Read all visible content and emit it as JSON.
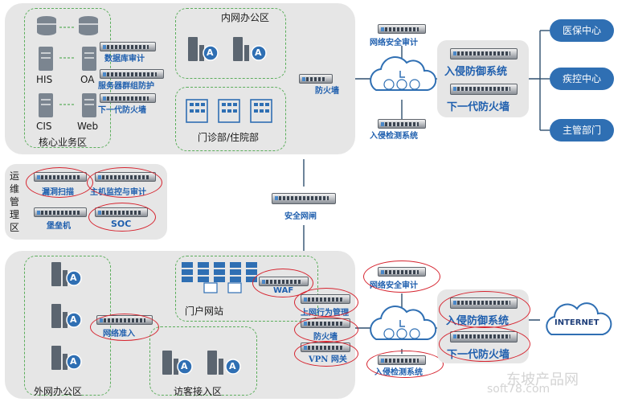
{
  "zones": {
    "core": "核心业务区",
    "office_inner": "内网办公区",
    "clinic": "门诊部/住院部",
    "ops": "运维管理区",
    "ops_chars": [
      "运",
      "维",
      "管",
      "理",
      "区"
    ],
    "portal": "门户网站",
    "office_outer": "外网办公区",
    "guest": "访客接入区"
  },
  "servers": {
    "his": "HIS",
    "oa": "OA",
    "cis": "CIS",
    "web": "Web"
  },
  "devices": {
    "db_audit": "数据库审计",
    "server_protect": "服务器群组防护",
    "ngfw_core": "下一代防火墙",
    "fw_top": "防火墙",
    "net_audit_top": "网络安全审计",
    "ids_top": "入侵检测系统",
    "ips_top": "入侵防御系统",
    "ngfw_top": "下一代防火墙",
    "vuln_scan": "漏洞扫描",
    "host_monitor": "主机监控与审计",
    "bastion": "堡垒机",
    "soc": "SOC",
    "gateway": "安全网闸",
    "waf": "WAF",
    "net_access": "网络准入",
    "behavior": "上网行为管理",
    "fw_bottom": "防火墙",
    "vpn": "VPN 网关",
    "net_audit_bottom": "网络安全审计",
    "ids_bottom": "入侵检测系统",
    "ips_bottom": "入侵防御系统",
    "ngfw_bottom": "下一代防火墙"
  },
  "external": {
    "medical_insurance": "医保中心",
    "cdc": "疾控中心",
    "authority": "主管部门",
    "internet": "INTERNET"
  },
  "client_badge": "A",
  "watermark": {
    "line1": "东坡产品网",
    "line2": "soft78.com"
  },
  "colors": {
    "zone": "#e6e6e6",
    "dashed": "#5cae5c",
    "highlight": "#d6242f",
    "label_blue": "#1f5fae",
    "cloud": "#2f6fb3"
  }
}
